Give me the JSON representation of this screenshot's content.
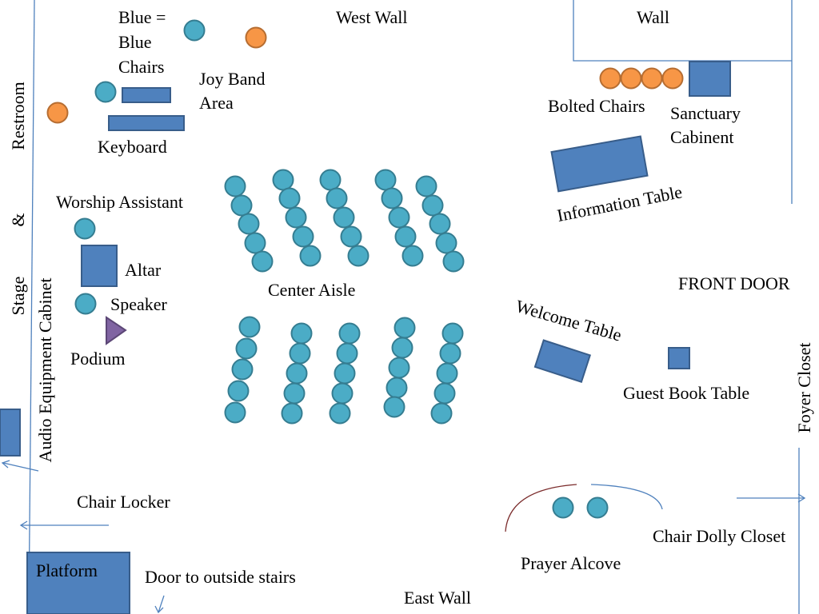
{
  "colors": {
    "blue_chair": "#4bacc6",
    "blue_chair_stroke": "#357d91",
    "orange_chair": "#f79646",
    "orange_chair_stroke": "#b66d31",
    "furniture": "#4f81bd",
    "furniture_stroke": "#385d8a",
    "podium": "#8064a2",
    "podium_stroke": "#5c4776",
    "wall_line": "#4f81bd",
    "alcove_left": "#7b2c2c",
    "alcove_right": "#4f81bd"
  },
  "icons": {
    "chair": "circle",
    "table": "rectangle",
    "podium": "triangle",
    "door": "arrow"
  },
  "labels": {
    "legend": [
      "Blue =",
      "Blue",
      "Chairs"
    ],
    "west_wall": "West Wall",
    "wall": "Wall",
    "joy_band_area": [
      "Joy Band",
      "Area"
    ],
    "bolted_chairs": "Bolted Chairs",
    "sanctuary_cabinet": [
      "Sanctuary",
      "Cabinent"
    ],
    "keyboard": "Keyboard",
    "restroom": "Restroom",
    "amp": "&",
    "stage": "Stage",
    "audio_equipment_cabinet": "Audio Equipment Cabinet",
    "worship_assistant": "Worship Assistant",
    "altar": "Altar",
    "speaker": "Speaker",
    "podium": "Podium",
    "information_table": "Information Table",
    "center_aisle": "Center Aisle",
    "front_door": "FRONT DOOR",
    "welcome_table": "Welcome Table",
    "guest_book_table": "Guest Book Table",
    "foyer_closet": "Foyer Closet",
    "chair_locker": "Chair Locker",
    "platform": "Platform",
    "door_to_outside_stairs": "Door to outside stairs",
    "prayer_alcove": "Prayer Alcove",
    "chair_dolly_closet": "Chair Dolly Closet",
    "east_wall": "East Wall"
  }
}
